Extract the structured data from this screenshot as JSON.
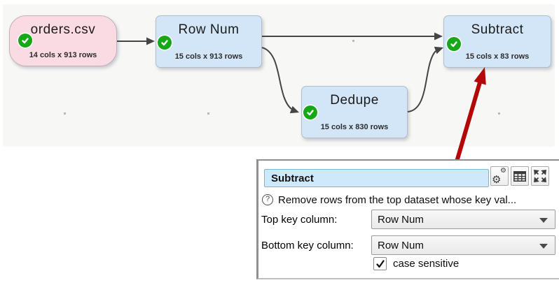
{
  "canvas": {
    "nodes": [
      {
        "title": "orders.csv",
        "subtitle": "14 cols x 913 rows",
        "type": "source",
        "status": "ok"
      },
      {
        "title": "Row Num",
        "subtitle": "15 cols x 913 rows",
        "type": "transform",
        "status": "ok"
      },
      {
        "title": "Dedupe",
        "subtitle": "15 cols x 830 rows",
        "type": "transform",
        "status": "ok"
      },
      {
        "title": "Subtract",
        "subtitle": "15 cols x 83 rows",
        "type": "transform",
        "status": "ok"
      }
    ],
    "colors": {
      "canvas_background": "#f7f7f6",
      "source_fill": "#fbdbe3",
      "transform_fill": "#d3e6f8",
      "status_ok_green": "#17a817",
      "edge": "#454545",
      "annotation_arrow_red": "#b40808",
      "grid_dot": "#b9b9b9"
    }
  },
  "panel": {
    "name_field": {
      "value": "Subtract"
    },
    "toolbar": [
      {
        "name": "settings-gear"
      },
      {
        "name": "show-table"
      },
      {
        "name": "expand-fullscreen"
      }
    ],
    "help_text": "Remove rows from the top dataset whose key val...",
    "fields": [
      {
        "label": "Top key column:",
        "value": "Row Num"
      },
      {
        "label": "Bottom key column:",
        "value": "Row Num"
      }
    ],
    "checkbox": {
      "label": "case sensitive",
      "checked": true
    }
  }
}
